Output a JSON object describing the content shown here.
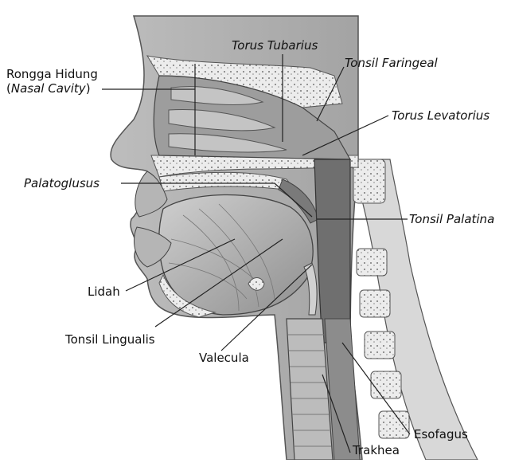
{
  "labels": {
    "nasal_cavity_line1": "Rongga Hidung",
    "nasal_cavity_line2_open": "(",
    "nasal_cavity_line2_italic": "Nasal Cavity",
    "nasal_cavity_line2_close": ")",
    "torus_tubarius": "Torus Tubarius",
    "tonsil_faringeal": "Tonsil Faringeal",
    "torus_levatorius": "Torus Levatorius",
    "palatoglusus": "Palatoglusus",
    "tonsil_palatina": "Tonsil Palatina",
    "lidah": "Lidah",
    "tonsil_lingualis": "Tonsil Lingualis",
    "valecula": "Valecula",
    "esofagus": "Esofagus",
    "trakhea": "Trakhea"
  },
  "colors": {
    "background": "#ffffff",
    "label_text": "#111111",
    "leader_line": "#222222",
    "tissue_dark": "#6e6e6e",
    "tissue_mid": "#a9a9a9",
    "tissue_light": "#d4d4d4",
    "bone": "#e6e6e6"
  }
}
